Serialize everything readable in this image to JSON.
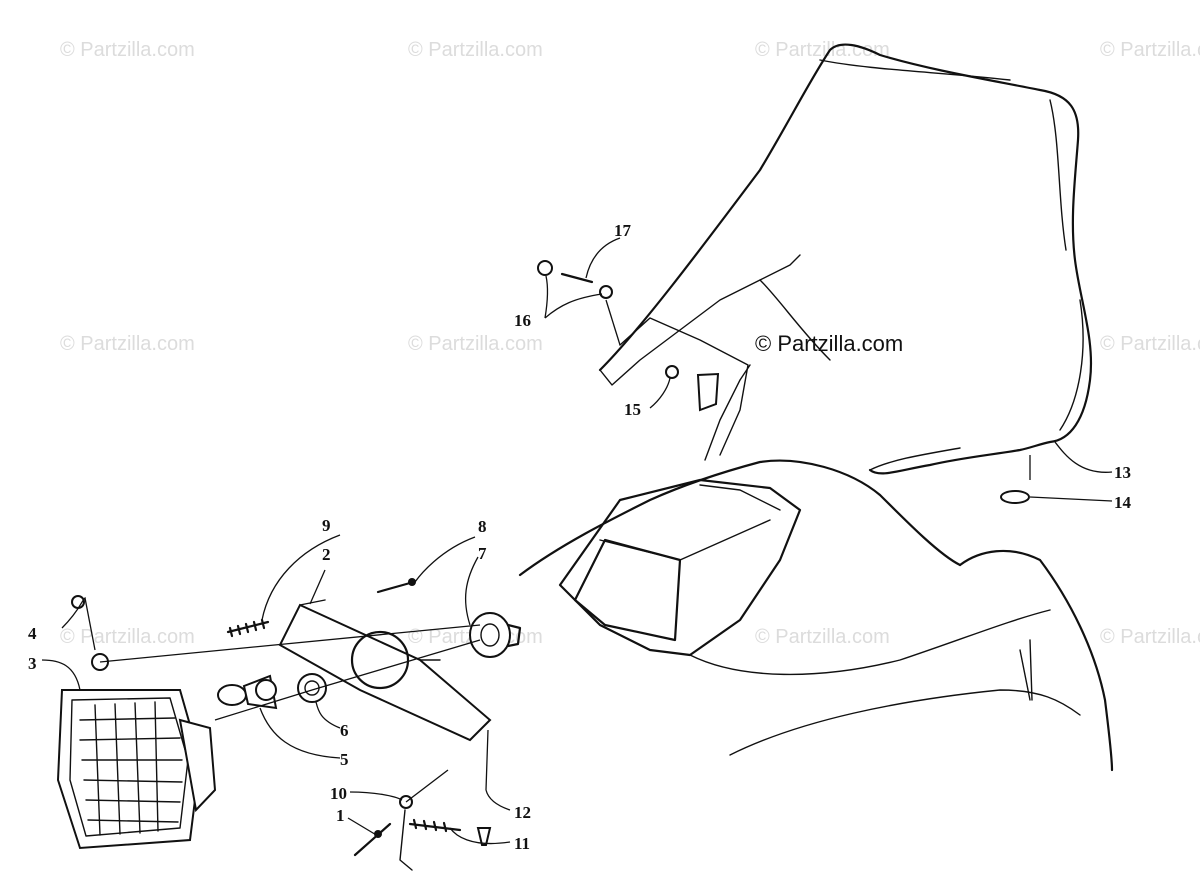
{
  "watermarks": [
    "© Partzilla.com",
    "© Partzilla.com",
    "© Partzilla.com",
    "© Partzilla.com",
    "© Partzilla.com",
    "© Partzilla.com",
    "© Partzilla.com",
    "© Partzilla.com",
    "© Partzilla.com",
    "© Partzilla.com",
    "© Partzilla.com"
  ],
  "main_watermark": "© Partzilla.com",
  "callouts": {
    "c1": "1",
    "c2": "2",
    "c3": "3",
    "c4": "4",
    "c5": "5",
    "c6": "6",
    "c7": "7",
    "c8": "8",
    "c9": "9",
    "c10": "10",
    "c11": "11",
    "c12": "12",
    "c13": "13",
    "c14": "14",
    "c15": "15",
    "c16": "16",
    "c17": "17"
  }
}
